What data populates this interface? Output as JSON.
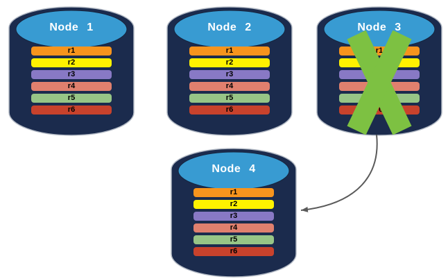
{
  "canvas": {
    "background": "#ffffff"
  },
  "colors": {
    "cylinder_body": "#1B2B4D",
    "cylinder_outline": "#B2B9C4",
    "cap_fill": "#389BD2",
    "title_text": "#FFFFFF",
    "row_text": "#000000",
    "x_mark": "#7DC142",
    "arrow": "#5A5A5A"
  },
  "rows": [
    {
      "label": "r1",
      "color": "#F7941D"
    },
    {
      "label": "r2",
      "color": "#FFF200"
    },
    {
      "label": "r3",
      "color": "#8879C5"
    },
    {
      "label": "r4",
      "color": "#E0806E"
    },
    {
      "label": "r5",
      "color": "#97C586"
    },
    {
      "label": "r6",
      "color": "#C8422C"
    }
  ],
  "nodes": [
    {
      "label": "Node 1",
      "failed": false
    },
    {
      "label": "Node 2",
      "failed": false
    },
    {
      "label": "Node 3",
      "failed": true
    },
    {
      "label": "Node 4",
      "failed": false
    }
  ],
  "arrow": {
    "from_node": "Node 3",
    "to_node": "Node 4"
  }
}
